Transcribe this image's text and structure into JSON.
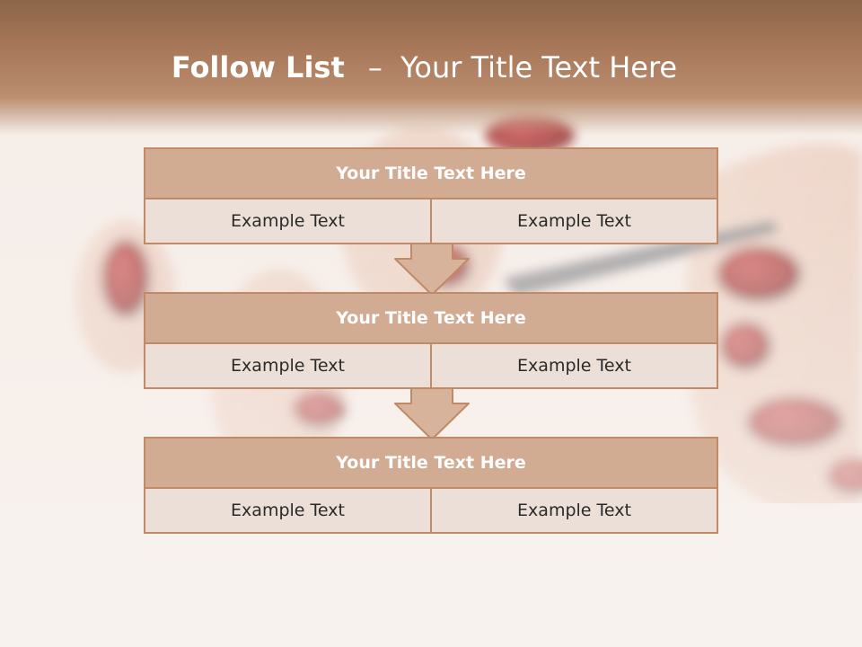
{
  "slide": {
    "title_strong": "Follow List",
    "title_separator": "–",
    "title_rest": "Your Title Text Here"
  },
  "blocks": [
    {
      "title": "Your Title Text Here",
      "left": "Example Text",
      "right": "Example Text"
    },
    {
      "title": "Your Title Text Here",
      "left": "Example Text",
      "right": "Example Text"
    },
    {
      "title": "Your Title Text Here",
      "left": "Example Text",
      "right": "Example Text"
    }
  ],
  "colors": {
    "header": "#a9795a",
    "block_title": "#d2ab93",
    "block_cell": "#ecdfd7",
    "border": "#c08a66",
    "arrow_fill": "#d8b39c",
    "nail_red": "#9e1f1f"
  }
}
